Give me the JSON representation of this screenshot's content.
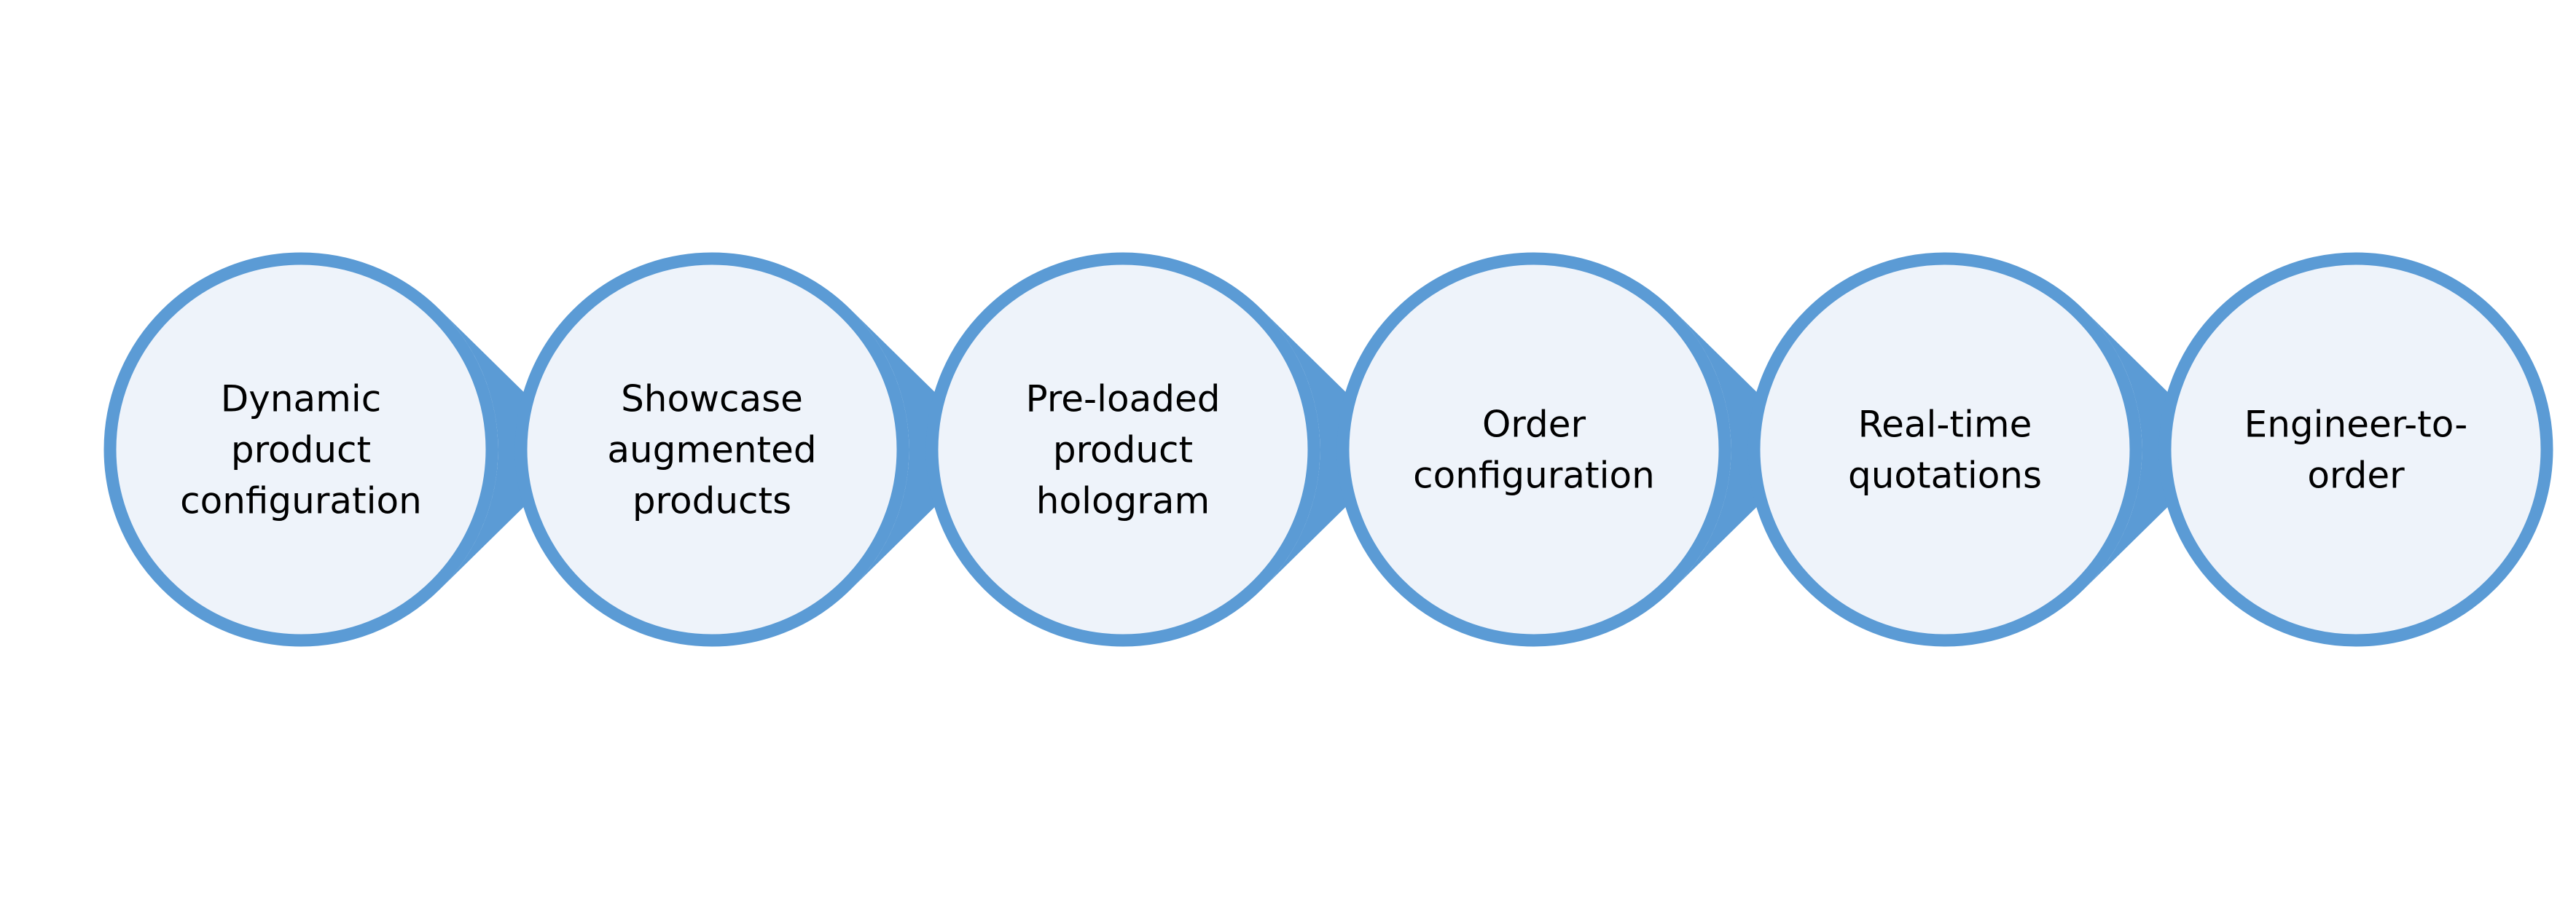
{
  "diagram": {
    "colors": {
      "stroke": "#5b9bd5",
      "fill": "#eef3fa",
      "arrow": "#5b9bd5",
      "text": "#000000"
    },
    "steps": [
      {
        "lines": [
          "Dynamic",
          "product",
          "configuration"
        ]
      },
      {
        "lines": [
          "Showcase",
          "augmented",
          "products"
        ]
      },
      {
        "lines": [
          "Pre-loaded",
          "product",
          "hologram"
        ]
      },
      {
        "lines": [
          "Order",
          "configuration"
        ]
      },
      {
        "lines": [
          "Real-time",
          "quotations"
        ]
      },
      {
        "lines": [
          "Engineer-to-",
          "order"
        ]
      }
    ]
  }
}
